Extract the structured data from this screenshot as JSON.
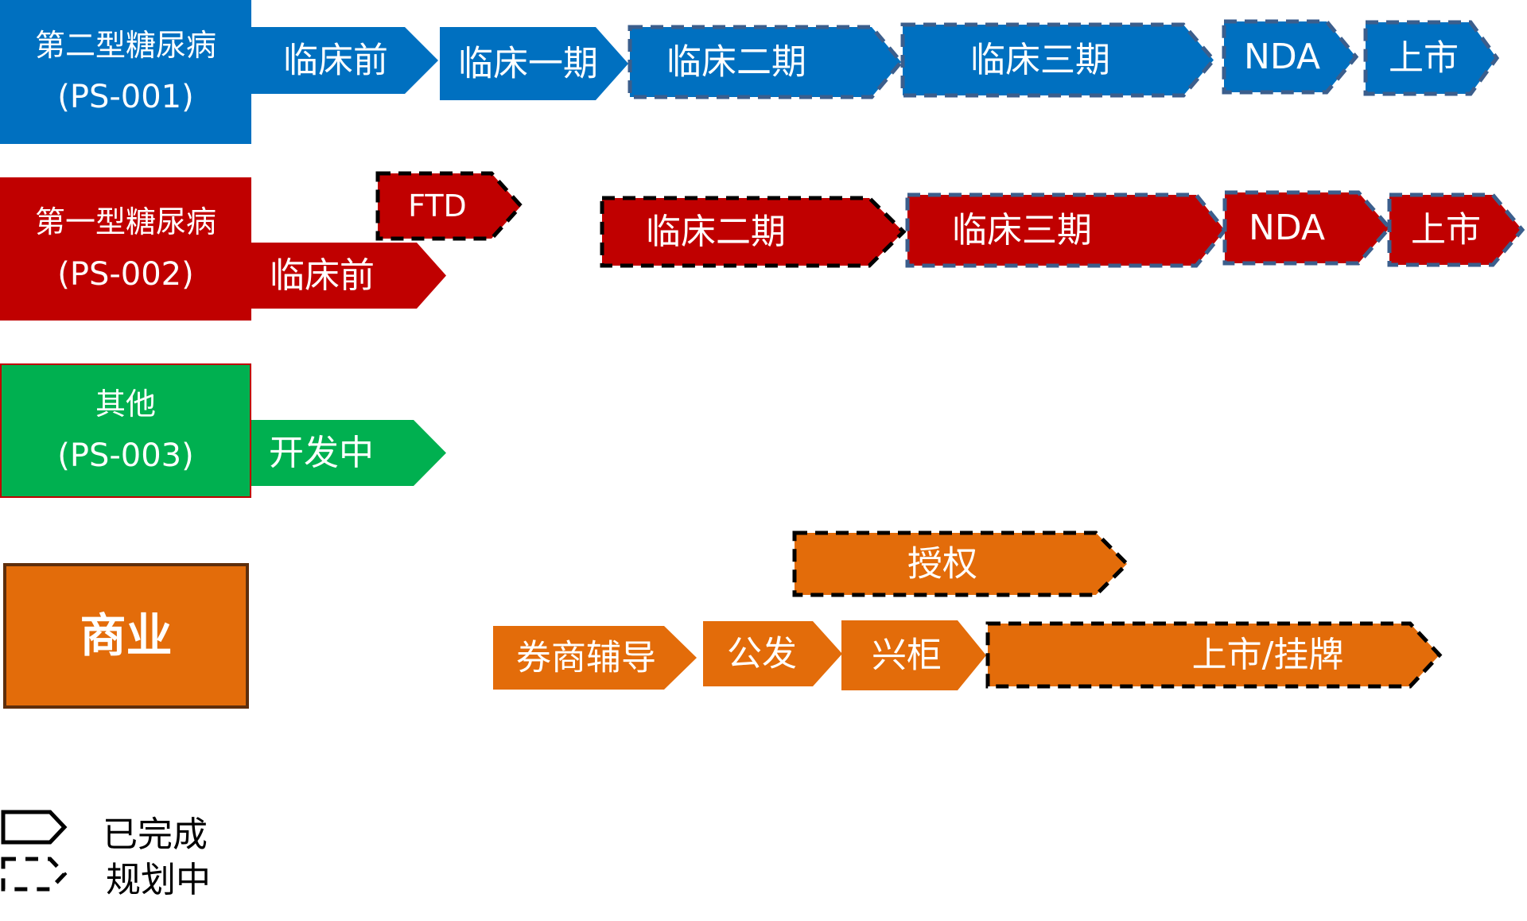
{
  "colors": {
    "blue": "#0070C0",
    "red": "#C00000",
    "green": "#00B050",
    "orange": "#E36C0A",
    "dash_blue": "#3B5E8C",
    "dash_black": "#000000"
  },
  "pipelines": [
    {
      "name": "第二型糖尿病",
      "code": "(PS-001)",
      "color": "blue",
      "stages": [
        {
          "label": "临床前",
          "status": "completed"
        },
        {
          "label": "临床一期",
          "status": "completed"
        },
        {
          "label": "临床二期",
          "status": "planned",
          "border": "dash_blue"
        },
        {
          "label": "临床三期",
          "status": "planned",
          "border": "dash_blue"
        },
        {
          "label": "NDA",
          "status": "planned",
          "border": "dash_blue"
        },
        {
          "label": "上市",
          "status": "planned",
          "border": "dash_blue"
        }
      ]
    },
    {
      "name": "第一型糖尿病",
      "code": "(PS-002)",
      "color": "red",
      "stages": [
        {
          "label": "FTD",
          "status": "planned",
          "border": "dash_black"
        },
        {
          "label": "临床前",
          "status": "completed"
        },
        {
          "label": "临床二期",
          "status": "planned",
          "border": "dash_black"
        },
        {
          "label": "临床三期",
          "status": "planned",
          "border": "dash_blue"
        },
        {
          "label": "NDA",
          "status": "planned",
          "border": "dash_blue"
        },
        {
          "label": "上市",
          "status": "planned",
          "border": "dash_blue"
        }
      ]
    },
    {
      "name": "其他",
      "code": "(PS-003)",
      "color": "green",
      "stages": [
        {
          "label": "开发中",
          "status": "completed"
        }
      ]
    },
    {
      "name": "商业",
      "code": "",
      "color": "orange",
      "stages": [
        {
          "label": "授权",
          "status": "planned",
          "border": "dash_black"
        },
        {
          "label": "券商辅导",
          "status": "completed"
        },
        {
          "label": "公发",
          "status": "completed"
        },
        {
          "label": "兴柜",
          "status": "completed"
        },
        {
          "label": "上市/挂牌",
          "status": "planned",
          "border": "dash_black"
        }
      ]
    }
  ],
  "legend": {
    "completed": "已完成",
    "planned": "规划中"
  }
}
